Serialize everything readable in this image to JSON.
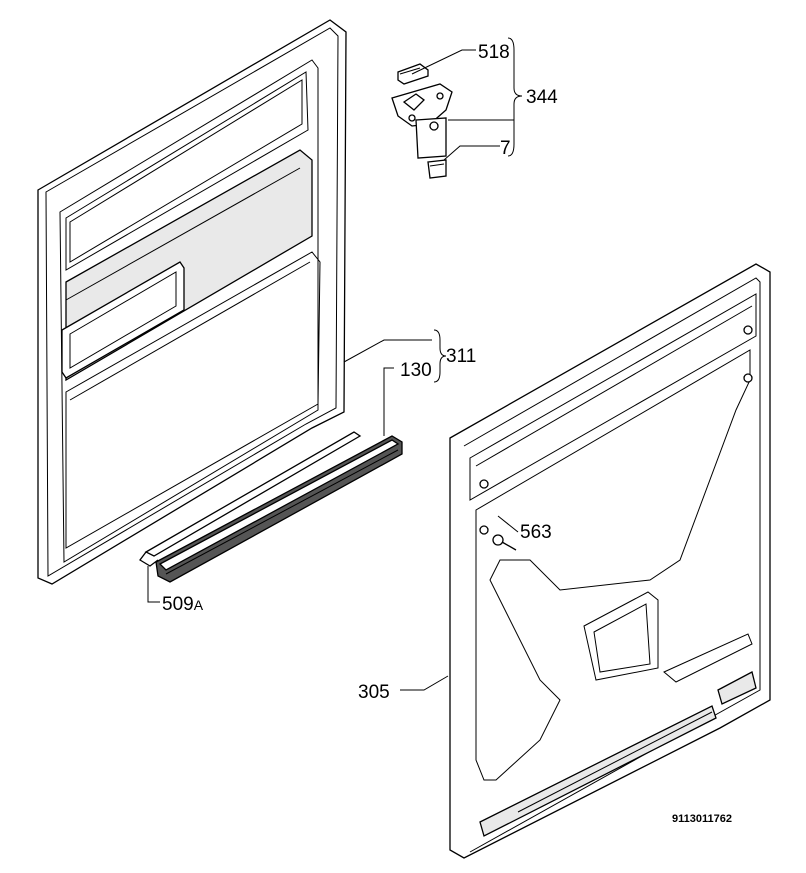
{
  "labels": {
    "l518": "518",
    "l344": "344",
    "l7": "7",
    "l311": "311",
    "l130": "130",
    "l563": "563",
    "l509": "509",
    "l509suffix": "A",
    "l305": "305",
    "code": "9113011762"
  }
}
